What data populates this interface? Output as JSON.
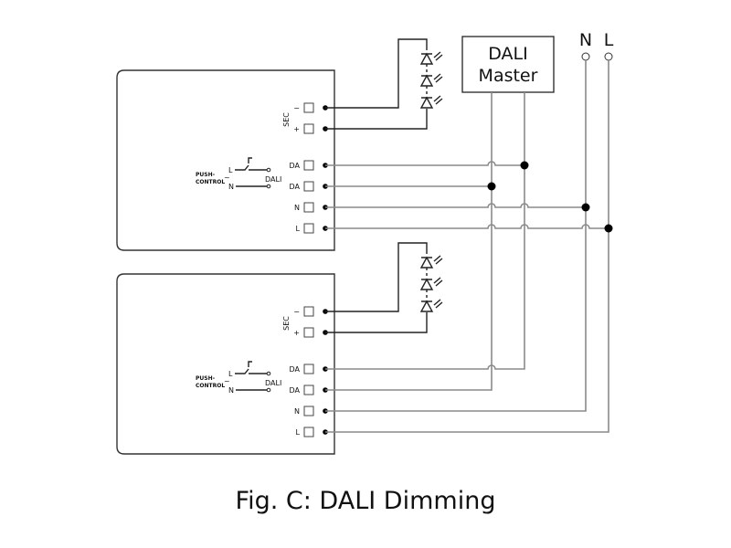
{
  "figure": {
    "caption": "Fig. C: DALI Dimming",
    "master_label_line1": "DALI",
    "master_label_line2": "Master",
    "mains_labels": [
      "N",
      "L"
    ]
  },
  "driver": {
    "sec_label": "SEC",
    "terminals": [
      "−",
      "+",
      "DA",
      "DA",
      "N",
      "L"
    ],
    "push_label_line1": "PUSH-",
    "push_label_line2": "CONTROL",
    "push_tilde": "~",
    "push_L": "L",
    "push_N": "N",
    "push_dali": "DALI"
  },
  "drivers_count": 2,
  "leds_per_string": 3
}
